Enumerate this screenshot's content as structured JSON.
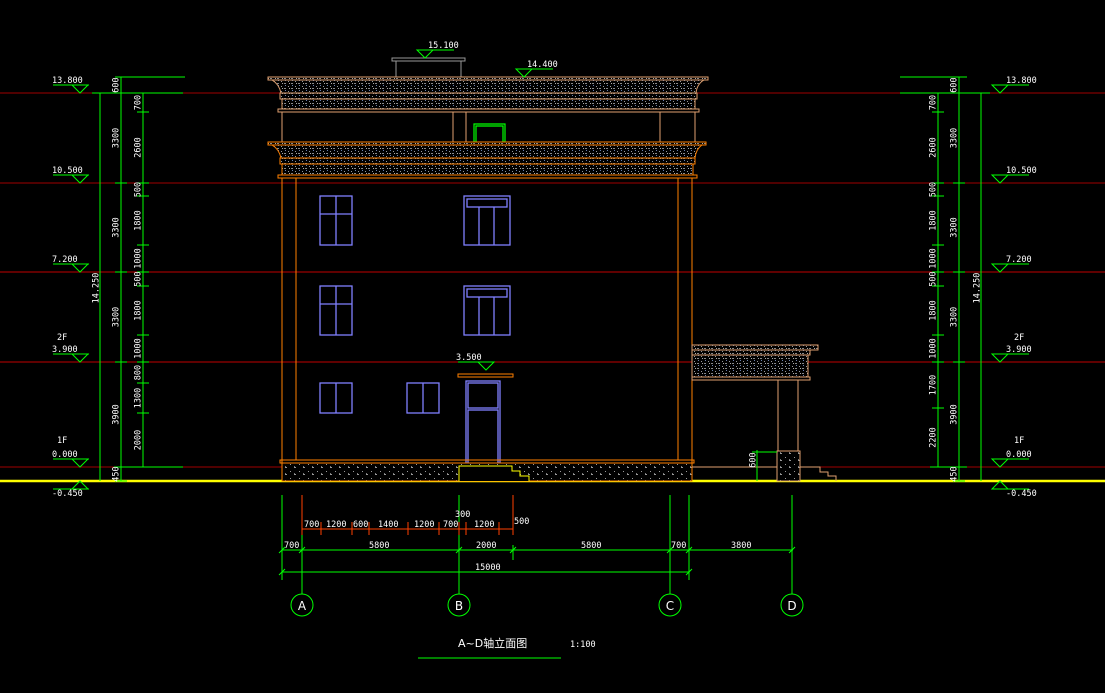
{
  "colors": {
    "background": "#000000",
    "grid_line": "#a00000",
    "ground": "#ffff00",
    "dimension": "#00ff00",
    "wall": "#ff8000",
    "cornice": "#e0a070",
    "window": "#8080ff",
    "sub_dimension": "#ff4000"
  },
  "elevations": {
    "left": [
      "13.800",
      "10.500",
      "7.200",
      "3.900",
      "0.000",
      "-0.450"
    ],
    "right": [
      "13.800",
      "10.500",
      "7.200",
      "3.900",
      "0.000",
      "-0.450"
    ],
    "roof_top": "15.100",
    "parapet": "14.400",
    "canopy": "3.500"
  },
  "floor_labels": {
    "second": "2F",
    "first": "1F"
  },
  "vertical_dims": {
    "total": "14.250",
    "left_outer": [
      "600",
      "3300",
      "3300",
      "3300",
      "3900",
      "450"
    ],
    "left_inner": [
      "700",
      "2600",
      "500",
      "1800",
      "1000",
      "500",
      "1800",
      "1000",
      "800",
      "1300",
      "2000"
    ],
    "right_outer": [
      "600",
      "3300",
      "3300",
      "3300",
      "3900",
      "450"
    ],
    "right_inner": [
      "700",
      "2600",
      "500",
      "1800",
      "1000",
      "500",
      "1800",
      "1000",
      "1700",
      "2200"
    ],
    "porch": "600"
  },
  "horizontal_dims": {
    "detail": [
      "700",
      "1200",
      "600",
      "1400",
      "1200",
      "700",
      "300",
      "1200",
      "500"
    ],
    "axes": [
      "700",
      "5800",
      "2000",
      "5800",
      "700",
      "3800"
    ],
    "total": "15000"
  },
  "axes": [
    "A",
    "B",
    "C",
    "D"
  ],
  "title": "A~D轴立面图",
  "scale": "1:100"
}
